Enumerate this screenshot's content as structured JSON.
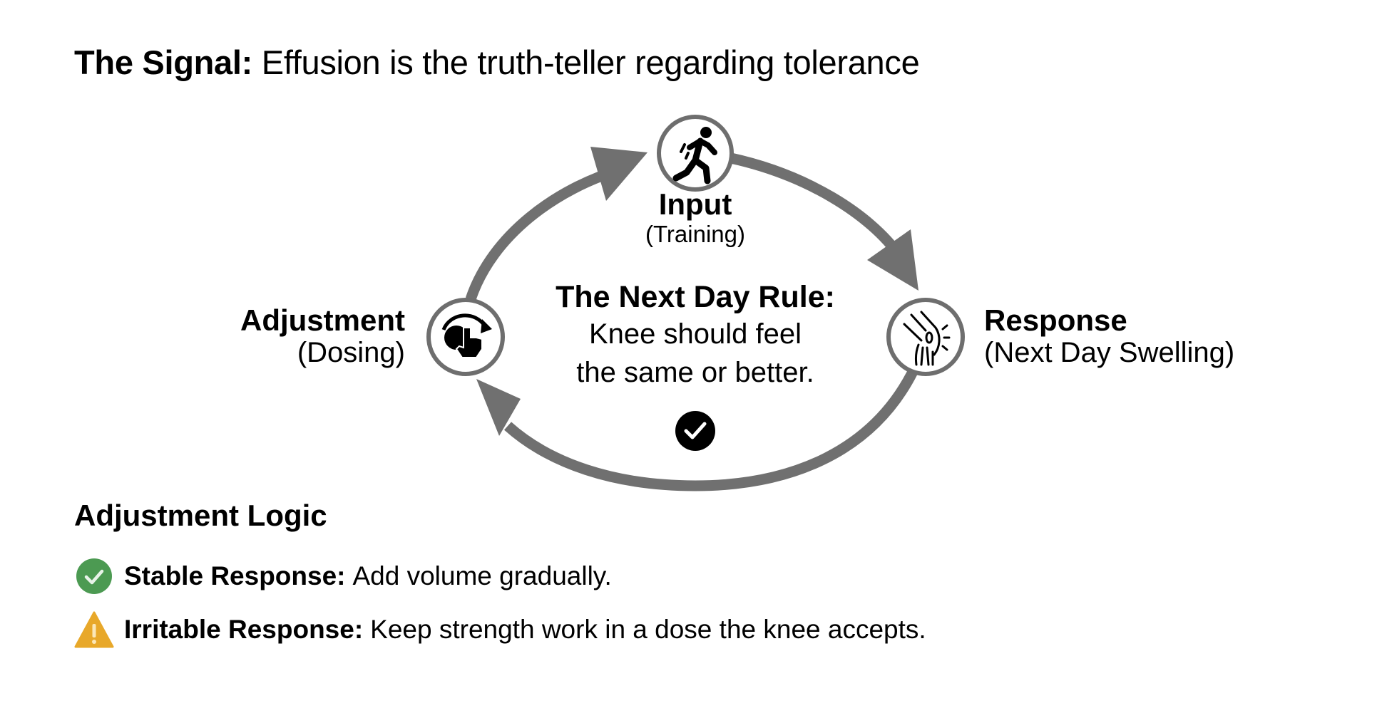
{
  "title": {
    "bold": "The Signal:",
    "text": "Effusion is the truth-teller regarding tolerance"
  },
  "diagram": {
    "nodes": [
      {
        "id": "input",
        "label": "Input",
        "sublabel": "(Training)",
        "icon": "running-person-icon"
      },
      {
        "id": "response",
        "label": "Response",
        "sublabel": "(Next Day Swelling)",
        "icon": "knee-joint-icon"
      },
      {
        "id": "adjustment",
        "label": "Adjustment",
        "sublabel": "(Dosing)",
        "icon": "hand-dial-adjust-icon"
      }
    ],
    "center": {
      "heading": "The Next Day Rule:",
      "line1": "Knee should feel",
      "line2": "the same or better.",
      "icon": "check-circle-icon"
    },
    "colors": {
      "arrow": "#707070",
      "node_border": "#6e6e6e",
      "check_bg": "#000000"
    }
  },
  "logic": {
    "heading": "Adjustment Logic",
    "rows": [
      {
        "icon": "green-check-icon",
        "label": "Stable Response:",
        "text": "Add volume gradually.",
        "color": "#4c9a52"
      },
      {
        "icon": "warning-triangle-icon",
        "label": "Irritable Response:",
        "text": "Keep strength work in a dose the knee accepts.",
        "color": "#e8a82a"
      }
    ]
  }
}
